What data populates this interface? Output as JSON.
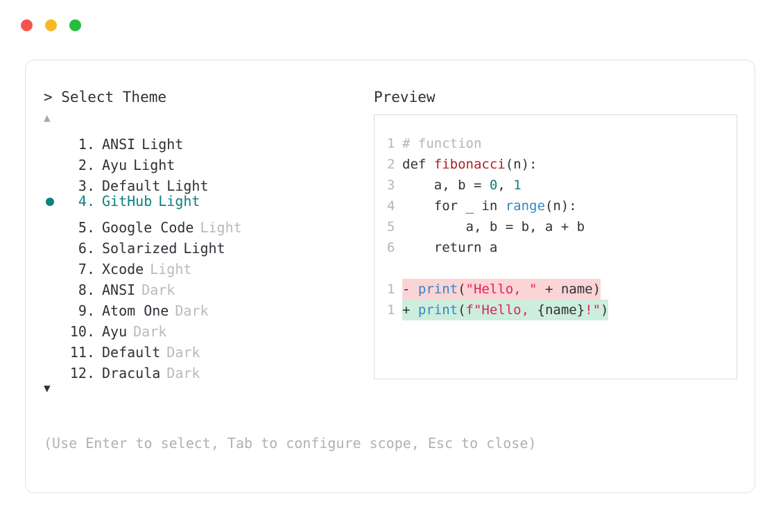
{
  "window": {
    "traffic_lights": [
      {
        "name": "close",
        "color": "#f4564f"
      },
      {
        "name": "minimize",
        "color": "#f7b825"
      },
      {
        "name": "maximize",
        "color": "#27bd3f"
      }
    ]
  },
  "header": {
    "prompt": "> Select Theme",
    "preview_label": "Preview"
  },
  "scroll": {
    "up_arrow": "▲",
    "down_arrow": "▼"
  },
  "themes": {
    "selected_index": 4,
    "selected_bullet": "●",
    "accent_color": "#0f8080",
    "items": [
      {
        "num": "1.",
        "name": "ANSI",
        "variant": "Light",
        "variant_muted": false,
        "selected": false
      },
      {
        "num": "2.",
        "name": "Ayu",
        "variant": "Light",
        "variant_muted": false,
        "selected": false
      },
      {
        "num": "3.",
        "name": "Default",
        "variant": "Light",
        "variant_muted": false,
        "selected": false
      },
      {
        "num": "4.",
        "name": "GitHub",
        "variant": "Light",
        "variant_muted": false,
        "selected": true
      },
      {
        "num": "5.",
        "name": "Google Code",
        "variant": "Light",
        "variant_muted": true,
        "selected": false
      },
      {
        "num": "6.",
        "name": "Solarized",
        "variant": "Light",
        "variant_muted": false,
        "selected": false
      },
      {
        "num": "7.",
        "name": "Xcode",
        "variant": "Light",
        "variant_muted": true,
        "selected": false
      },
      {
        "num": "8.",
        "name": "ANSI",
        "variant": "Dark",
        "variant_muted": true,
        "selected": false
      },
      {
        "num": "9.",
        "name": "Atom One",
        "variant": "Dark",
        "variant_muted": true,
        "selected": false
      },
      {
        "num": "10.",
        "name": "Ayu",
        "variant": "Dark",
        "variant_muted": true,
        "selected": false
      },
      {
        "num": "11.",
        "name": "Default",
        "variant": "Dark",
        "variant_muted": true,
        "selected": false
      },
      {
        "num": "12.",
        "name": "Dracula",
        "variant": "Dark",
        "variant_muted": true,
        "selected": false
      }
    ]
  },
  "hint": "(Use Enter to select, Tab to configure scope, Esc to close)",
  "preview": {
    "code_lines": [
      {
        "ln": "1",
        "highlight": "none",
        "tokens": [
          {
            "t": "# function",
            "c": "comment"
          }
        ]
      },
      {
        "ln": "2",
        "highlight": "none",
        "tokens": [
          {
            "t": "def ",
            "c": "kw"
          },
          {
            "t": "fibonacci",
            "c": "fn"
          },
          {
            "t": "(n):",
            "c": "plain"
          }
        ]
      },
      {
        "ln": "3",
        "highlight": "none",
        "tokens": [
          {
            "t": "    a, b = ",
            "c": "plain"
          },
          {
            "t": "0",
            "c": "num"
          },
          {
            "t": ", ",
            "c": "plain"
          },
          {
            "t": "1",
            "c": "num"
          }
        ]
      },
      {
        "ln": "4",
        "highlight": "none",
        "tokens": [
          {
            "t": "    for _ in ",
            "c": "plain"
          },
          {
            "t": "range",
            "c": "builtin"
          },
          {
            "t": "(n):",
            "c": "plain"
          }
        ]
      },
      {
        "ln": "5",
        "highlight": "none",
        "tokens": [
          {
            "t": "        a, b = b, a + b",
            "c": "plain"
          }
        ]
      },
      {
        "ln": "6",
        "highlight": "none",
        "tokens": [
          {
            "t": "    return a",
            "c": "plain"
          }
        ]
      },
      {
        "ln": "",
        "highlight": "spacer",
        "tokens": []
      },
      {
        "ln": "1",
        "highlight": "del",
        "tokens": [
          {
            "t": "- ",
            "c": "sign"
          },
          {
            "t": "print",
            "c": "builtin"
          },
          {
            "t": "(",
            "c": "plain"
          },
          {
            "t": "\"Hello, \"",
            "c": "str"
          },
          {
            "t": " + name)",
            "c": "plain"
          }
        ]
      },
      {
        "ln": "1",
        "highlight": "add",
        "tokens": [
          {
            "t": "+ ",
            "c": "sign"
          },
          {
            "t": "print",
            "c": "builtin"
          },
          {
            "t": "(",
            "c": "plain"
          },
          {
            "t": "f\"Hello, ",
            "c": "str"
          },
          {
            "t": "{name}",
            "c": "plain"
          },
          {
            "t": "!\"",
            "c": "str"
          },
          {
            "t": ")",
            "c": "plain"
          }
        ]
      }
    ],
    "colors": {
      "comment": "#b4b4b9",
      "function": "#b31d28",
      "number": "#0f7b7b",
      "builtin": "#3086c8",
      "string": "#e2215c",
      "diff_del_bg": "#fbd4d6",
      "diff_add_bg": "#cdeedd",
      "line_number": "#b4b4b9"
    }
  }
}
